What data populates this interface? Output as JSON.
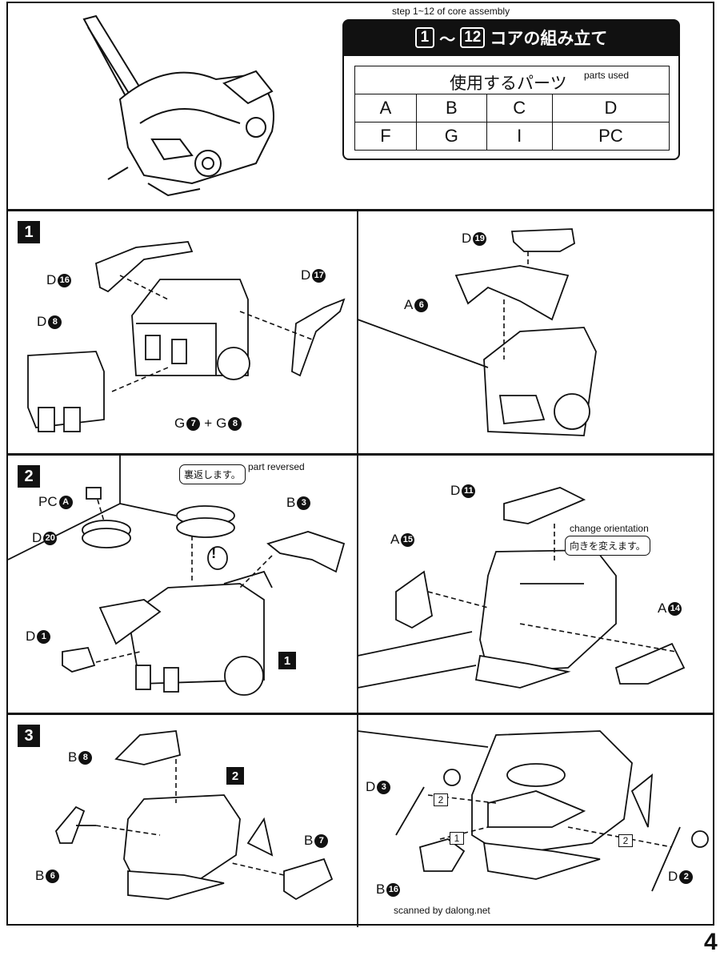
{
  "header": {
    "step_note": "step 1~12 of core assembly",
    "title_from": "1",
    "title_to": "12",
    "title_sep": "～",
    "title_text": "コアの組み立て",
    "parts_heading": "使用するパーツ",
    "parts_heading_en": "parts used",
    "parts_row1": [
      "A",
      "B",
      "C",
      "D"
    ],
    "parts_row2": [
      "F",
      "G",
      "I",
      "PC"
    ]
  },
  "step1": {
    "number": "1",
    "left": {
      "d16": {
        "letter": "D",
        "num": "16"
      },
      "d17": {
        "letter": "D",
        "num": "17"
      },
      "d8": {
        "letter": "D",
        "num": "8"
      },
      "g7": {
        "letter": "G",
        "num": "7"
      },
      "plus": "+",
      "g8": {
        "letter": "G",
        "num": "8"
      }
    },
    "right": {
      "d19": {
        "letter": "D",
        "num": "19"
      },
      "a6": {
        "letter": "A",
        "num": "6"
      }
    }
  },
  "step2": {
    "number": "2",
    "left": {
      "pca": {
        "letter": "PC",
        "num": "A"
      },
      "d20": {
        "letter": "D",
        "num": "20"
      },
      "bubble_jp": "裏返します。",
      "bubble_en": "part reversed",
      "b3": {
        "letter": "B",
        "num": "3"
      },
      "d1": {
        "letter": "D",
        "num": "1"
      },
      "ref": "1",
      "caution": "!"
    },
    "right": {
      "d11": {
        "letter": "D",
        "num": "11"
      },
      "bubble_en": "change orientation",
      "bubble_jp": "向きを変えます。",
      "a15": {
        "letter": "A",
        "num": "15"
      },
      "a14": {
        "letter": "A",
        "num": "14"
      }
    }
  },
  "step3": {
    "number": "3",
    "left": {
      "b8": {
        "letter": "B",
        "num": "8"
      },
      "ref": "2",
      "b7": {
        "letter": "B",
        "num": "7"
      },
      "b6": {
        "letter": "B",
        "num": "6"
      }
    },
    "right": {
      "d3": {
        "letter": "D",
        "num": "3"
      },
      "sq2a": "2",
      "sq1": "1",
      "sq2b": "2",
      "b16": {
        "letter": "B",
        "num": "16"
      },
      "d2": {
        "letter": "D",
        "num": "2"
      },
      "credit": "scanned by dalong.net"
    }
  },
  "page_number": "4"
}
